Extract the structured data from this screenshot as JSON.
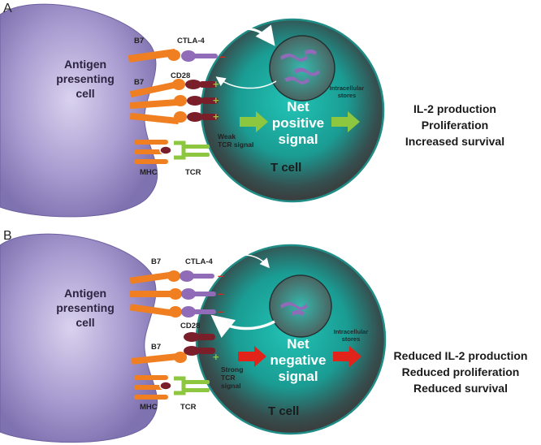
{
  "panel_a": {
    "letter": "A",
    "apc_label_1": "Antigen",
    "apc_label_2": "presenting",
    "apc_label_3": "cell",
    "b7_top": "B7",
    "ctla4": "CTLA-4",
    "b7_mid": "B7",
    "cd28": "CD28",
    "mhc": "MHC",
    "tcr": "TCR",
    "tcr_signal_1": "Weak",
    "tcr_signal_2": "TCR signal",
    "net_1": "Net",
    "net_2": "positive",
    "net_3": "signal",
    "stores_1": "Intracellular",
    "stores_2": "stores",
    "tcell": "T cell",
    "outcomes": [
      "IL-2 production",
      "Proliferation",
      "Increased survival"
    ]
  },
  "panel_b": {
    "letter": "B",
    "apc_label_1": "Antigen",
    "apc_label_2": "presenting",
    "apc_label_3": "cell",
    "b7_top": "B7",
    "ctla4": "CTLA-4",
    "cd28": "CD28",
    "b7_mid": "B7",
    "mhc": "MHC",
    "tcr": "TCR",
    "tcr_signal_1": "Strong",
    "tcr_signal_2": "TCR",
    "tcr_signal_3": "signal",
    "net_1": "Net",
    "net_2": "negative",
    "net_3": "signal",
    "stores_1": "Intracellular",
    "stores_2": "stores",
    "tcell": "T cell",
    "outcomes": [
      "Reduced IL-2 production",
      "Reduced proliferation",
      "Reduced survival"
    ]
  },
  "signs": {
    "plus": "+",
    "minus": "–"
  },
  "colors": {
    "apc": "#9b8fc8",
    "tcell_core": "#1fb3a8",
    "tcell_edge": "#2a3a3a",
    "b7": "#f07f22",
    "ctla4": "#8f6bb8",
    "cd28": "#7a1e2a",
    "tcr": "#8dc63f",
    "positive_arrow": "#8dc63f",
    "negative_arrow": "#e2231a"
  }
}
